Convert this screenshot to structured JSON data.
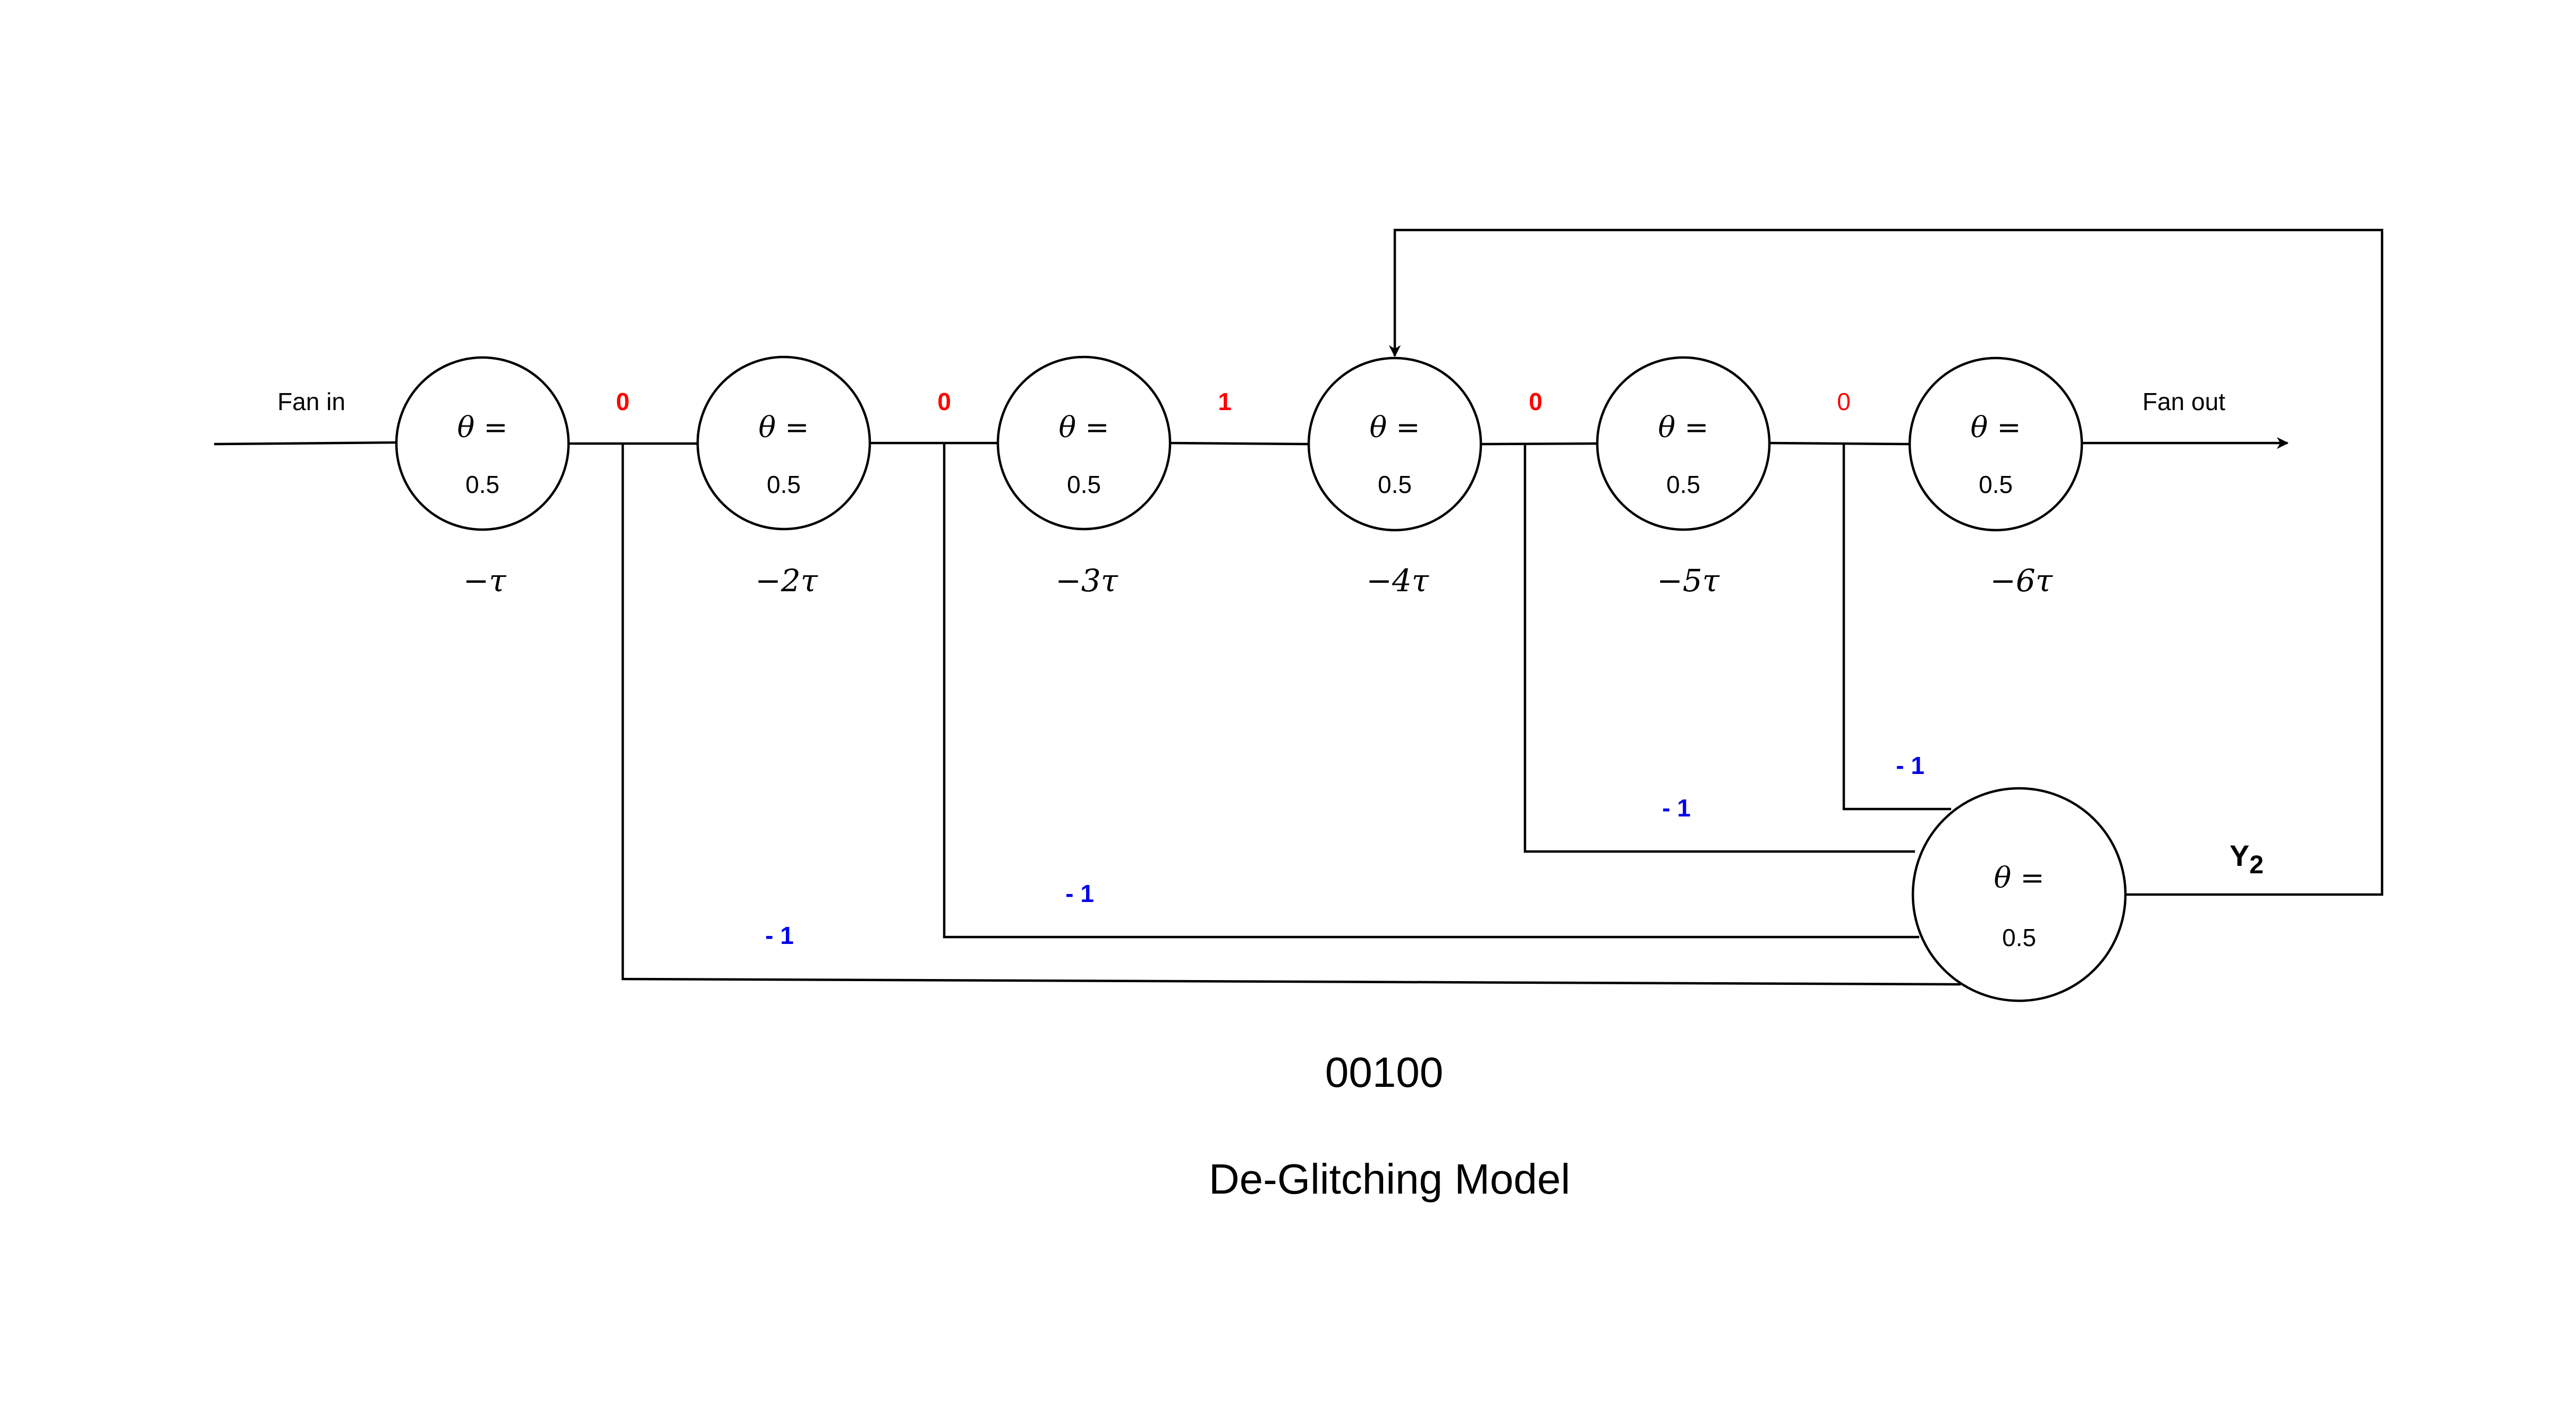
{
  "labels": {
    "fan_in": "Fan in",
    "fan_out": "Fan out",
    "output_name": "Y",
    "output_subscript": "2",
    "code": "00100",
    "title": "De-Glitching Model"
  },
  "neurons": [
    {
      "theta_label": "θ =",
      "threshold": "0.5",
      "delay": "−τ"
    },
    {
      "theta_label": "θ =",
      "threshold": "0.5",
      "delay": "−2τ"
    },
    {
      "theta_label": "θ =",
      "threshold": "0.5",
      "delay": "−3τ"
    },
    {
      "theta_label": "θ =",
      "threshold": "0.5",
      "delay": "−4τ"
    },
    {
      "theta_label": "θ =",
      "threshold": "0.5",
      "delay": "−5τ"
    },
    {
      "theta_label": "θ =",
      "threshold": "0.5",
      "delay": "−6τ"
    }
  ],
  "output_neuron": {
    "theta_label": "θ =",
    "threshold": "0.5"
  },
  "chain_weights": [
    "0",
    "0",
    "1",
    "0",
    "0"
  ],
  "inhibitory_weights": [
    "- 1",
    "- 1",
    "- 1",
    "- 1"
  ],
  "colors": {
    "line": "#000000",
    "chain_weight": "#ff0000",
    "inhibitory_weight": "#0000ee",
    "background": "#ffffff"
  }
}
